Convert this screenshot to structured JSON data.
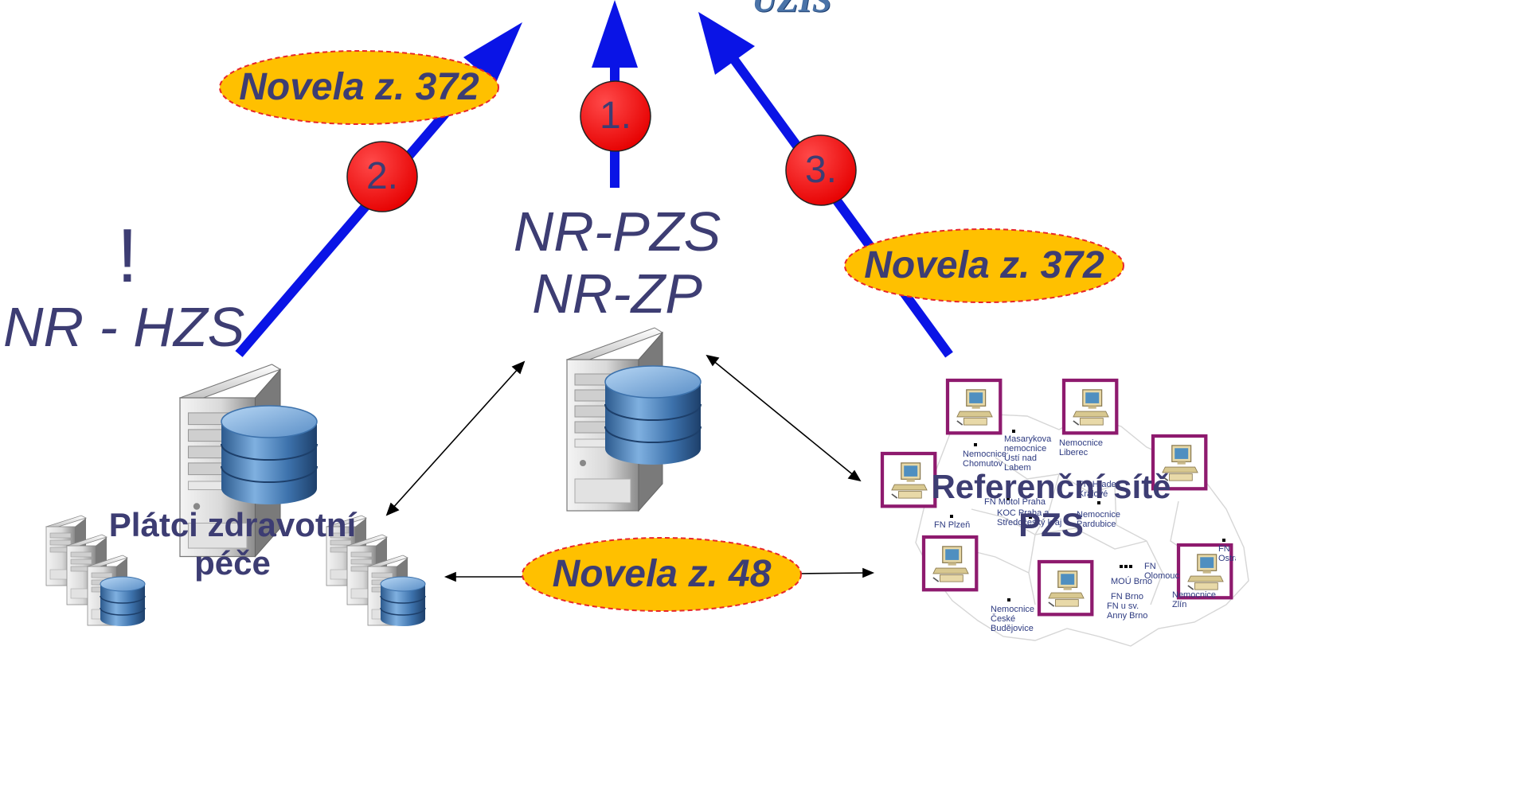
{
  "header": {
    "logo_text": "ÚZIS"
  },
  "nodes": {
    "center_registry": {
      "line1": "NR-PZS",
      "line2": "NR-ZP"
    },
    "left_registry": {
      "mark": "!",
      "label": "NR - HZS"
    },
    "payers": {
      "label_line1": "Plátci zdravotní",
      "label_line2": "péče"
    },
    "reference_networks": {
      "label_line1": "Referenční sítě",
      "label_line2": "PZS"
    }
  },
  "steps": {
    "one": "1.",
    "two": "2.",
    "three": "3."
  },
  "amendments": {
    "left": "Novela z. 372",
    "right": "Novela z. 372",
    "bottom": "Novela z. 48"
  },
  "map_labels": {
    "chomutov": "Nemocnice Chomutov",
    "usti": "Masarykova nemocnice Ústí nad Labem",
    "liberec": "Nemocnice Liberec",
    "hradec": "FN Hradec Králové",
    "motol": "FN Motol Praha",
    "koc": "KOC Praha a Středočeský kraj",
    "pardubice": "Nemocnice Pardubice",
    "plzen": "FN Plzeň",
    "olomouc": "FN Olomouc",
    "mou": "MOÚ Brno",
    "fnbrno": "FN Brno",
    "anna": "FN u sv. Anny Brno",
    "zlin": "Nemocnice Zlín",
    "budejovice": "Nemocnice České Budějovice",
    "ostrava": "FN Ostrava"
  },
  "colors": {
    "arrow_blue": "#0a14e6",
    "text_navy": "#3d3d73",
    "ellipse_fill": "#ffc000",
    "ellipse_border": "#e8262a",
    "step_circle": "#ff0000",
    "terminal_frame": "#8e1a6e"
  }
}
